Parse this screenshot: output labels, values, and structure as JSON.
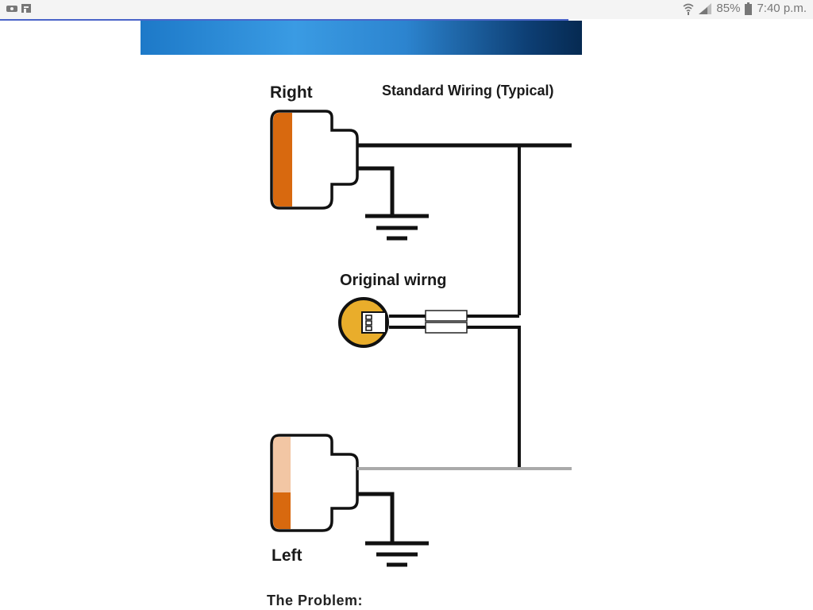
{
  "status_bar": {
    "battery": "85%",
    "time": "7:40 p.m.",
    "icons": [
      "notification-icon",
      "app-icon",
      "wifi-icon",
      "signal-icon",
      "battery-icon"
    ]
  },
  "diagram": {
    "right_label": "Right",
    "title": "Standard Wiring (Typical)",
    "original_label": "Original wirng",
    "left_label": "Left",
    "colors": {
      "lamp_amber": "#d8690f",
      "lamp_faded": "#f2c6a4",
      "socket_yellow": "#e9ad2b",
      "wire_dark": "#111111",
      "wire_grey": "#aaaaaa"
    }
  },
  "bottom_text": "The Problem:"
}
